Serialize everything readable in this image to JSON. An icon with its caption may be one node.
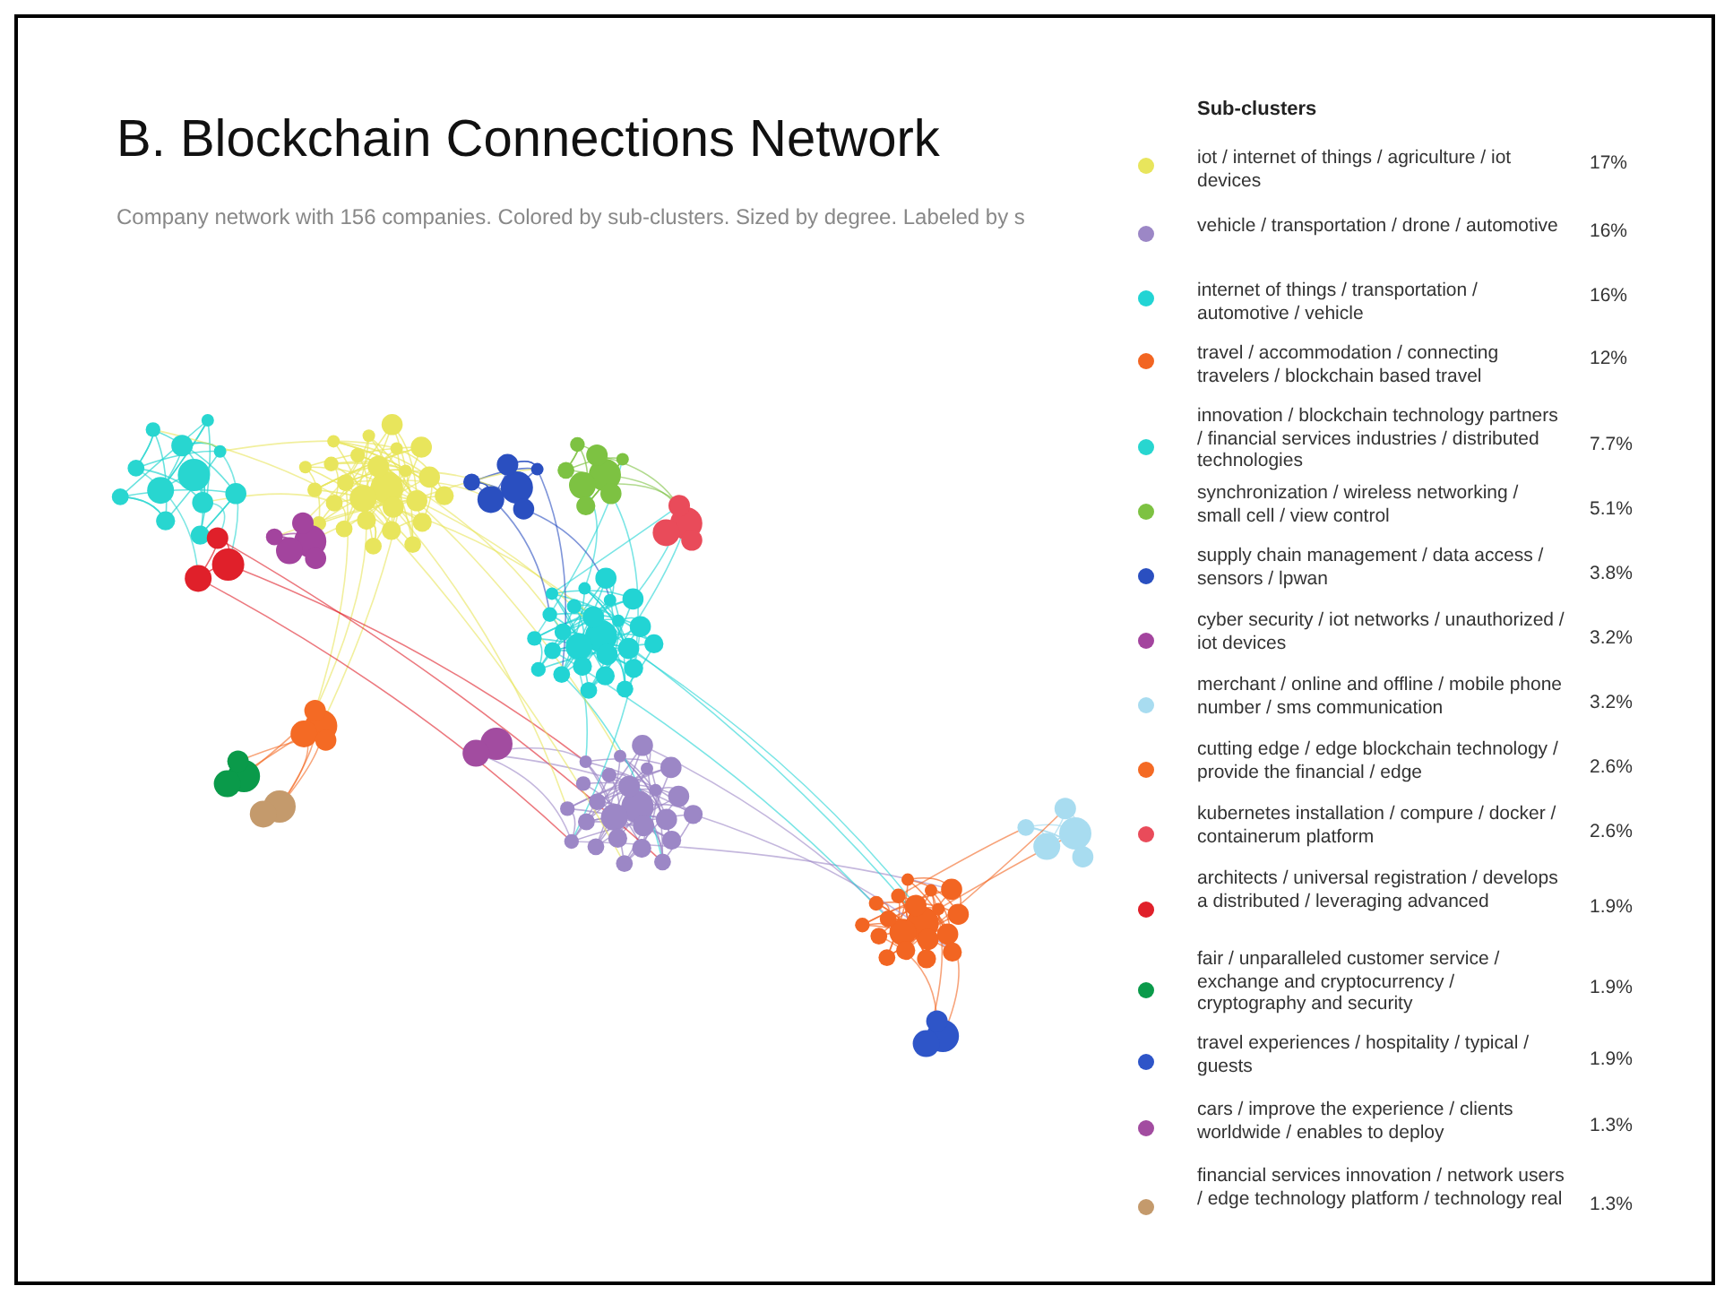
{
  "diagram": {
    "title": "B. Blockchain Connections Network",
    "labels": [
      "Company network with 156 companies. Colored by sub-clusters. Sized by degree. Labeled by s",
      "Sub-clusters",
      "17%",
      "16%",
      "16%",
      "12%",
      "7.7%",
      "5.1%",
      "3.8%",
      "3.2%",
      "3.2%",
      "2.6%",
      "2.6%",
      "1.9%",
      "1.9%",
      "1.9%",
      "1.3%",
      "1.3%"
    ],
    "legend": [
      {
        "text": "iot / internet of things / agriculture / iot devices",
        "color": "#e8e55c"
      },
      {
        "text": "vehicle / transportation / drone / automotive",
        "color": "#9c87c6"
      },
      {
        "text": "internet of things / transportation / automotive / vehicle",
        "color": "#22d4d4"
      },
      {
        "text": "travel / accommodation / connecting travelers / blockchain based travel",
        "color": "#f26522"
      },
      {
        "text": "innovation / blockchain technology partners / financial services industries / distributed technologies",
        "color": "#28d6d0"
      },
      {
        "text": "synchronization / wireless networking / small cell / view control",
        "color": "#7dc242"
      },
      {
        "text": "supply chain management / data access / sensors / lpwan",
        "color": "#2a4fc0"
      },
      {
        "text": "cyber security / iot networks / unauthorized / iot devices",
        "color": "#a3449e"
      },
      {
        "text": "merchant / online and offline / mobile phone number / sms communication",
        "color": "#a8dcf0"
      },
      {
        "text": "cutting edge / edge blockchain technology / provide the financial / edge",
        "color": "#f46a24"
      },
      {
        "text": "kubernetes installation / compure / docker / containerum platform",
        "color": "#e94b5a"
      },
      {
        "text": "architects / universal registration / develops a distributed / leveraging advanced",
        "color": "#e0202a"
      },
      {
        "text": "fair / unparalleled customer service / exchange and cryptocurrency / cryptography and security",
        "color": "#0a9a4a"
      },
      {
        "text": "travel experiences / hospitality / typical / guests",
        "color": "#2e55c8"
      },
      {
        "text": "cars / improve the experience / clients worldwide / enables to deploy",
        "color": "#a24ca0"
      },
      {
        "text": "financial services innovation / network users / edge technology platform / technology real",
        "color": "#c49a6c"
      }
    ]
  }
}
